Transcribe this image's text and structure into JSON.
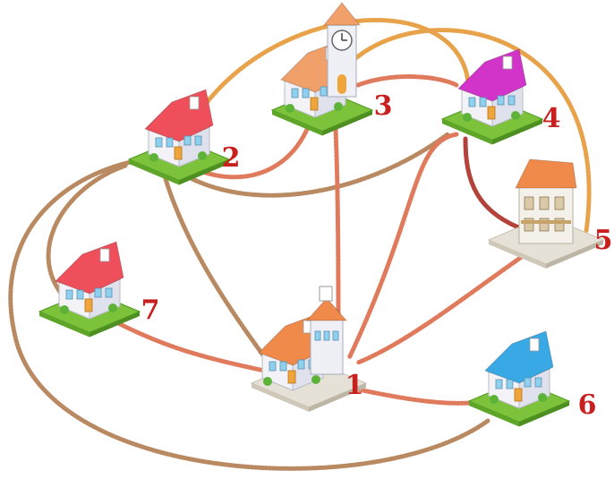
{
  "colors": {
    "label": "#c8201f",
    "path_orange": "#e7a24a",
    "path_salmon": "#e07a5c",
    "path_brown": "#b98a62",
    "path_highlight": "#b2423a",
    "grass": "#7cc23a",
    "pavement": "#e6e1d6"
  },
  "nodes": [
    {
      "label": "1",
      "building": "school",
      "roof": "#f08a4b",
      "base": "pavement"
    },
    {
      "label": "2",
      "building": "house",
      "roof": "#ee4f5b",
      "base": "grass"
    },
    {
      "label": "3",
      "building": "clock-tower",
      "roof": "#f2a06a",
      "base": "grass"
    },
    {
      "label": "4",
      "building": "house",
      "roof": "#d233c9",
      "base": "grass"
    },
    {
      "label": "5",
      "building": "apartment",
      "roof": "#f08a4b",
      "base": "pavement"
    },
    {
      "label": "6",
      "building": "house",
      "roof": "#39a9e6",
      "base": "grass"
    },
    {
      "label": "7",
      "building": "house",
      "roof": "#ee4f5b",
      "base": "grass"
    }
  ],
  "edges": [
    {
      "from": "2",
      "to": "4",
      "style": "orange"
    },
    {
      "from": "3",
      "to": "5",
      "style": "orange"
    },
    {
      "from": "2",
      "to": "3",
      "style": "salmon"
    },
    {
      "from": "3",
      "to": "4",
      "style": "salmon"
    },
    {
      "from": "2",
      "to": "4",
      "style": "brown"
    },
    {
      "from": "2",
      "to": "7",
      "style": "brown"
    },
    {
      "from": "2",
      "to": "1",
      "style": "brown"
    },
    {
      "from": "3",
      "to": "1",
      "style": "salmon"
    },
    {
      "from": "4",
      "to": "1",
      "style": "salmon"
    },
    {
      "from": "4",
      "to": "5",
      "style": "highlight"
    },
    {
      "from": "5",
      "to": "1",
      "style": "salmon"
    },
    {
      "from": "7",
      "to": "1",
      "style": "salmon"
    },
    {
      "from": "1",
      "to": "6",
      "style": "salmon"
    },
    {
      "from": "6",
      "to": "2",
      "style": "brown"
    }
  ]
}
